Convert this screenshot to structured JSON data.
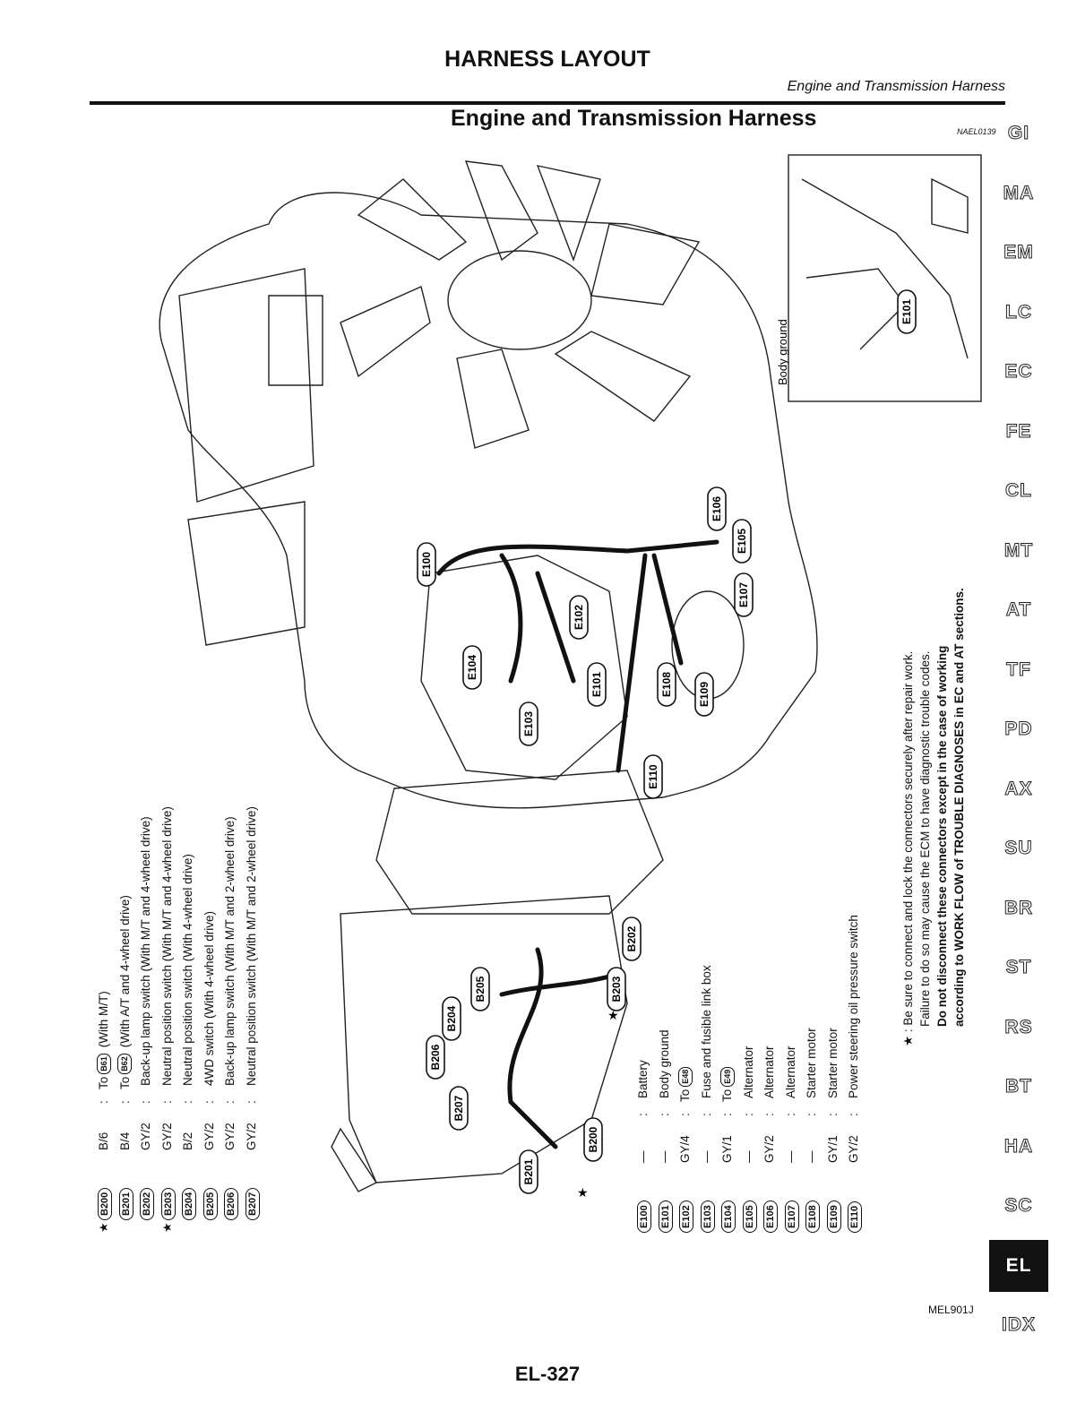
{
  "header": {
    "title": "HARNESS LAYOUT",
    "subtitle": "Engine and Transmission Harness",
    "section_heading": "Engine and Transmission Harness",
    "ref_code": "NAEL0139"
  },
  "side_tabs": [
    "GI",
    "MA",
    "EM",
    "LC",
    "EC",
    "FE",
    "CL",
    "MT",
    "AT",
    "TF",
    "PD",
    "AX",
    "SU",
    "BR",
    "ST",
    "RS",
    "BT",
    "HA",
    "SC",
    "EL",
    "IDX"
  ],
  "active_tab": "EL",
  "diagram": {
    "inset_label": "Body ground",
    "connectors": [
      "E100",
      "E101",
      "E102",
      "E103",
      "E104",
      "E105",
      "E106",
      "E107",
      "E108",
      "E109",
      "E110",
      "B200",
      "B201",
      "B202",
      "B203",
      "B204",
      "B205",
      "B206",
      "B207",
      "E101"
    ],
    "star_marker": "★"
  },
  "legend_b": [
    {
      "star": "★",
      "code": "B200",
      "color": "B/6",
      "desc_pre": "To",
      "ref": "B61",
      "desc": "(With M/T)"
    },
    {
      "star": "",
      "code": "B201",
      "color": "B/4",
      "desc_pre": "To",
      "ref": "B62",
      "desc": "(With A/T and 4-wheel drive)"
    },
    {
      "star": "",
      "code": "B202",
      "color": "GY/2",
      "desc_pre": "",
      "ref": "",
      "desc": "Back-up lamp switch (With M/T and 4-wheel drive)"
    },
    {
      "star": "★",
      "code": "B203",
      "color": "GY/2",
      "desc_pre": "",
      "ref": "",
      "desc": "Neutral position switch (With M/T and 4-wheel drive)"
    },
    {
      "star": "",
      "code": "B204",
      "color": "B/2",
      "desc_pre": "",
      "ref": "",
      "desc": "Neutral position switch (With 4-wheel drive)"
    },
    {
      "star": "",
      "code": "B205",
      "color": "GY/2",
      "desc_pre": "",
      "ref": "",
      "desc": "4WD switch (With 4-wheel drive)"
    },
    {
      "star": "",
      "code": "B206",
      "color": "GY/2",
      "desc_pre": "",
      "ref": "",
      "desc": "Back-up lamp switch (With M/T and 2-wheel drive)"
    },
    {
      "star": "",
      "code": "B207",
      "color": "GY/2",
      "desc_pre": "",
      "ref": "",
      "desc": "Neutral position switch (With M/T and 2-wheel drive)"
    }
  ],
  "legend_e": [
    {
      "code": "E100",
      "color": "—",
      "desc_pre": "",
      "ref": "",
      "desc": "Battery"
    },
    {
      "code": "E101",
      "color": "—",
      "desc_pre": "",
      "ref": "",
      "desc": "Body ground"
    },
    {
      "code": "E102",
      "color": "GY/4",
      "desc_pre": "To",
      "ref": "E48",
      "desc": ""
    },
    {
      "code": "E103",
      "color": "—",
      "desc_pre": "",
      "ref": "",
      "desc": "Fuse and fusible link box"
    },
    {
      "code": "E104",
      "color": "GY/1",
      "desc_pre": "To",
      "ref": "E49",
      "desc": ""
    },
    {
      "code": "E105",
      "color": "—",
      "desc_pre": "",
      "ref": "",
      "desc": "Alternator"
    },
    {
      "code": "E106",
      "color": "GY/2",
      "desc_pre": "",
      "ref": "",
      "desc": "Alternator"
    },
    {
      "code": "E107",
      "color": "—",
      "desc_pre": "",
      "ref": "",
      "desc": "Alternator"
    },
    {
      "code": "E108",
      "color": "—",
      "desc_pre": "",
      "ref": "",
      "desc": "Starter motor"
    },
    {
      "code": "E109",
      "color": "GY/1",
      "desc_pre": "",
      "ref": "",
      "desc": "Starter motor"
    },
    {
      "code": "E110",
      "color": "GY/2",
      "desc_pre": "",
      "ref": "",
      "desc": "Power steering oil pressure switch"
    }
  ],
  "note": {
    "line1": "★ : Be sure to connect and lock the connectors securely after repair work.",
    "line2": "Failure to do so may cause the ECM to have diagnostic trouble codes.",
    "line3": "Do not disconnect these connectors except in the case of working",
    "line4": "according to WORK FLOW of TROUBLE DIAGNOSES in EC and AT sections."
  },
  "figure_code": "MEL901J",
  "page_number": "EL-327"
}
